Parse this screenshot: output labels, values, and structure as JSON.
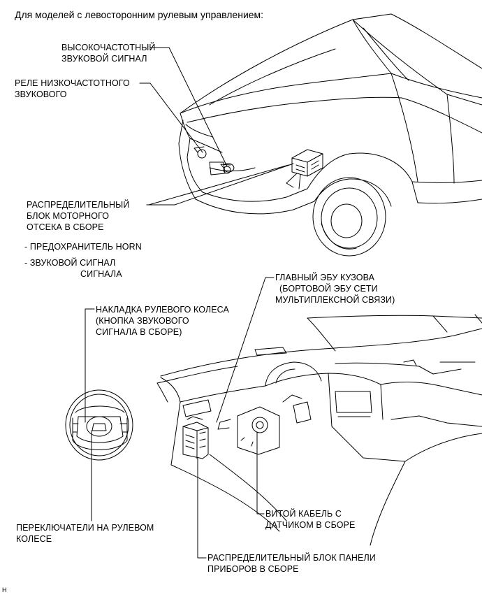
{
  "header": {
    "title": "Для моделей с левосторонним рулевым управлением:"
  },
  "callouts": {
    "high_horn": [
      "ВЫСОКОЧАСТОТНЫЙ",
      "ЗВУКОВОЙ СИГНАЛ"
    ],
    "low_horn_relay": [
      "РЕЛЕ НИЗКОЧАСТОТНОГО",
      "ЗВУКОВОГО"
    ],
    "engine_junction_block": [
      "РАСПРЕДЕЛИТЕЛЬНЫЙ",
      "БЛОК МОТОРНОГО",
      "ОТСЕКА В СБОРЕ"
    ],
    "fuse_horn": "- ПРЕДОХРАНИТЕЛЬ HORN",
    "horn_relay": [
      "- ЗВУКОВОЙ СИГНАЛ",
      "СИГНАЛА"
    ],
    "body_ecu": [
      "ГЛАВНЫЙ ЭБУ КУЗОВА",
      "(БОРТОВОЙ ЭБУ СЕТИ",
      "МУЛЬТИПЛЕКСНОЙ СВЯЗИ)"
    ],
    "steering_pad": [
      "НАКЛАДКА РУЛЕВОГО КОЛЕСА",
      "(КНОПКА ЗВУКОВОГО",
      "СИГНАЛА В СБОРЕ)"
    ],
    "spiral_cable": [
      "ВИТОЙ КАБЕЛЬ С",
      "ДАТЧИКОМ В СБОРЕ"
    ],
    "steering_switches": [
      "ПЕРЕКЛЮЧАТЕЛИ НА РУЛЕВОМ",
      "КОЛЕСЕ"
    ],
    "instrument_junction_block": [
      "РАСПРЕДЕЛИТЕЛЬНЫЙ БЛОК ПАНЕЛИ",
      "ПРИБОРОВ В СБОРЕ"
    ]
  },
  "footer": {
    "code": "H"
  }
}
